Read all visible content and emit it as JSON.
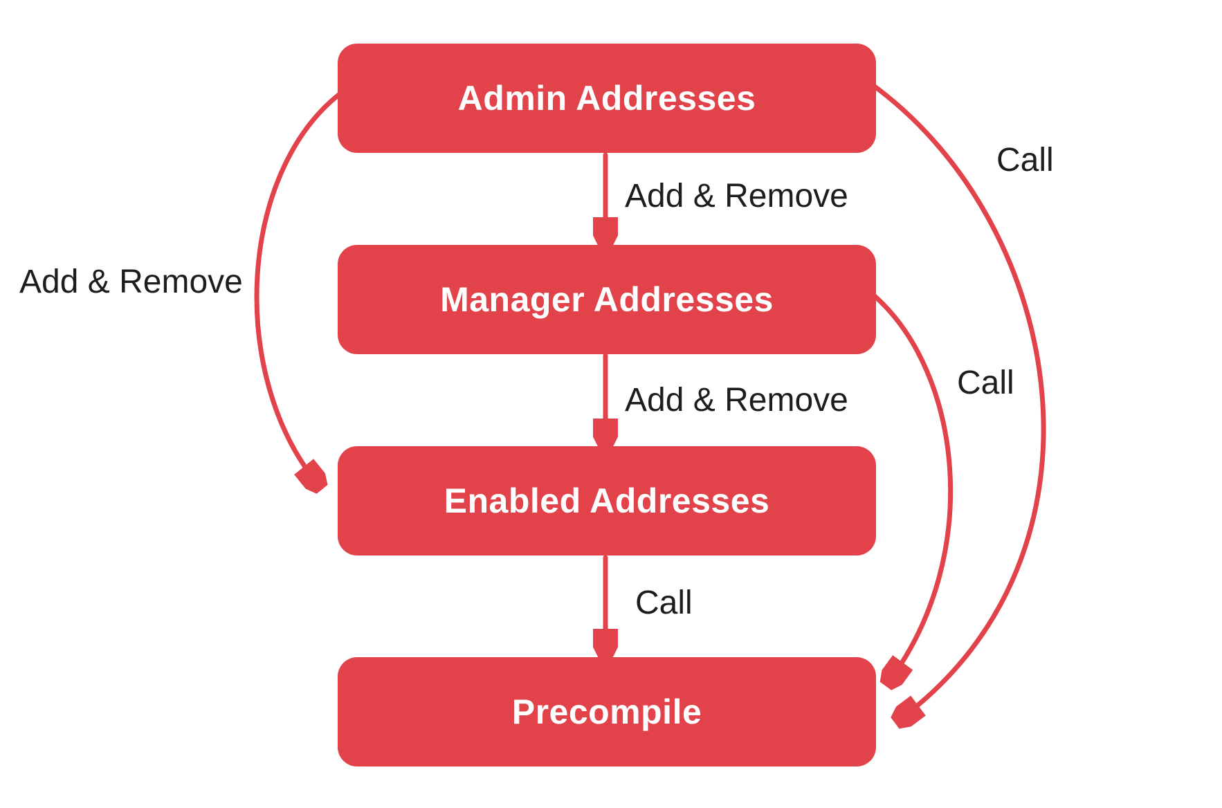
{
  "diagram": {
    "type": "flowchart",
    "background_color": "#FFFFFF",
    "accent_color": "#E2434B",
    "node_text_color": "#FFFFFF",
    "label_text_color": "#1D1D1F",
    "nodes": [
      {
        "id": "admin",
        "label": "Admin Addresses"
      },
      {
        "id": "manager",
        "label": "Manager Addresses"
      },
      {
        "id": "enabled",
        "label": "Enabled Addresses"
      },
      {
        "id": "precompile",
        "label": "Precompile"
      }
    ],
    "edges": [
      {
        "from": "admin",
        "to": "manager",
        "label": "Add & Remove",
        "style": "straight-down"
      },
      {
        "from": "manager",
        "to": "enabled",
        "label": "Add & Remove",
        "style": "straight-down"
      },
      {
        "from": "enabled",
        "to": "precompile",
        "label": "Call",
        "style": "straight-down"
      },
      {
        "from": "admin",
        "to": "enabled",
        "label": "Add & Remove",
        "style": "curve-left"
      },
      {
        "from": "manager",
        "to": "precompile",
        "label": "Call",
        "style": "curve-right-inner"
      },
      {
        "from": "admin",
        "to": "precompile",
        "label": "Call",
        "style": "curve-right-outer"
      }
    ]
  }
}
